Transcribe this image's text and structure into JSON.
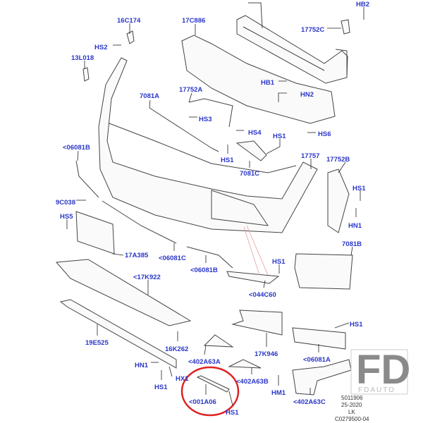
{
  "labels": {
    "l_16C174": "16C174",
    "l_HS2": "HS2",
    "l_13L018": "13L018",
    "l_17C886": "17C886",
    "l_HB2": "HB2",
    "l_17752C": "17752C",
    "l_HB1": "HB1",
    "l_HN2": "HN2",
    "l_7081A": "7081A",
    "l_17752A": "17752A",
    "l_HS3": "HS3",
    "l_HS4": "HS4",
    "l_HS6": "HS6",
    "l_HS1a": "HS1",
    "l_HS1b": "HS1",
    "l_7081C": "7081C",
    "l_17757": "17757",
    "l_17752B": "17752B",
    "l_06081B_top": "<06081B",
    "l_HS1c": "HS1",
    "l_9C038": "9C038",
    "l_HS5": "HS5",
    "l_HN1a": "HN1",
    "l_7081B": "7081B",
    "l_17A385": "17A385",
    "l_06081C": "<06081C",
    "l_06081B_mid": "<06081B",
    "l_HS1d": "HS1",
    "l_17K922": "<17K922",
    "l_044C60": "<044C60",
    "l_16K262": "16K262",
    "l_19E525": "19E525",
    "l_17K946": "17K946",
    "l_HS1e": "HS1",
    "l_402A63A": "<402A63A",
    "l_06081A": "<06081A",
    "l_HN1b": "HN1",
    "l_HX1": "HX1",
    "l_402A63B": "<402A63B",
    "l_HS1f": "HS1",
    "l_HM1": "HM1",
    "l_001A06": "<001A06",
    "l_HS1g": "HS1",
    "l_402A63C": "<402A63C"
  },
  "notes": {
    "code1": "5011906",
    "date": "25-2020",
    "region": "LK",
    "illustration_id": "C0279500-04"
  },
  "watermark": {
    "logo": "FD",
    "brand": "FDAUTO"
  },
  "colors": {
    "label": "#2a36c8",
    "highlight": "#e02020"
  }
}
